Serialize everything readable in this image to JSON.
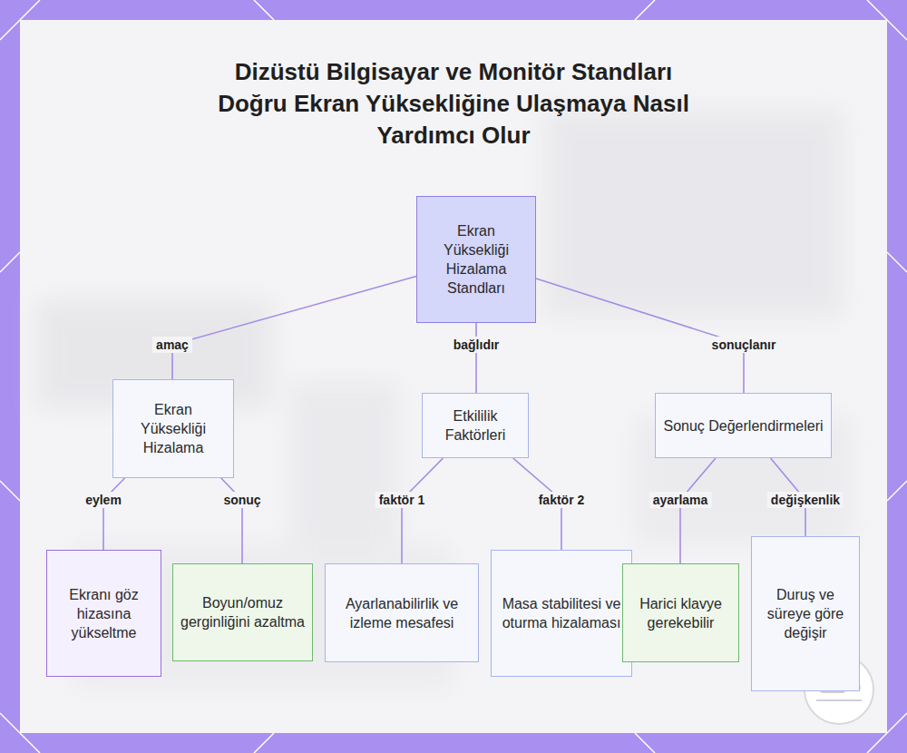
{
  "diagram": {
    "title": "Dizüstü Bilgisayar ve Monitör Standları Doğru Ekran Yüksekliğine Ulaşmaya Nasıl Yardımcı Olur",
    "nodes": [
      {
        "text": [
          "Ekran Yüksekliği Hizalama Standları"
        ]
      },
      {
        "text": [
          "Ekran Yüksekliği Hizalama"
        ]
      },
      {
        "text": [
          "Etkililik Faktörleri"
        ]
      },
      {
        "text": [
          "Sonuç Değerlendirmeleri"
        ]
      },
      {
        "text": [
          "Ekranı göz hizasına yükseltme"
        ]
      },
      {
        "text": [
          "Boyun/omuz gerginliğini azaltma"
        ]
      },
      {
        "text": [
          "Ayarlanabilirlik ve izleme mesafesi"
        ]
      },
      {
        "text": [
          "Masa stabilitesi ve oturma hizalaması"
        ]
      },
      {
        "text": [
          "Harici klavye gerekebilir"
        ]
      },
      {
        "text": [
          "Duruş ve süreye göre değişir"
        ]
      }
    ],
    "edges": [
      {
        "from": 0,
        "to": 1,
        "label": "amaç",
        "arrow": "none"
      },
      {
        "from": 0,
        "to": 2,
        "label": "bağlıdır",
        "arrow": "none"
      },
      {
        "from": 0,
        "to": 3,
        "label": "sonuçlanır",
        "arrow": "none"
      },
      {
        "from": 1,
        "to": 4,
        "label": "eylem",
        "arrow": "none"
      },
      {
        "from": 1,
        "to": 5,
        "label": "sonuç",
        "arrow": "none"
      },
      {
        "from": 2,
        "to": 6,
        "label": "faktör 1",
        "arrow": "none"
      },
      {
        "from": 2,
        "to": 7,
        "label": "faktör 2",
        "arrow": "none"
      },
      {
        "from": 3,
        "to": 8,
        "label": "ayarlama",
        "arrow": "none"
      },
      {
        "from": 3,
        "to": 9,
        "label": "değişkenlik",
        "arrow": "none"
      }
    ]
  }
}
